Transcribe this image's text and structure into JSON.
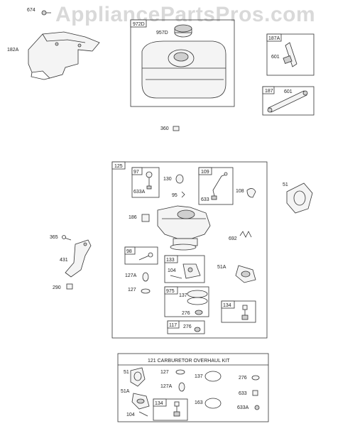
{
  "watermark": "AppliancePartsPros.com",
  "parts": {
    "p674": "674",
    "p182A": "182A",
    "p972D": "972D",
    "p957D": "957D",
    "p187A": "187A",
    "p601a": "601",
    "p187": "187",
    "p601b": "601",
    "p360": "360",
    "p125": "125",
    "p97": "97",
    "p633A": "633A",
    "p130": "130",
    "p95": "95",
    "p109": "109",
    "p633": "633",
    "p108": "108",
    "p51": "51",
    "p186": "186",
    "p692": "692",
    "p365": "365",
    "p431": "431",
    "p290": "290",
    "p98": "98",
    "p133": "133",
    "p104": "104",
    "p51A": "51A",
    "p127A": "127A",
    "p127": "127",
    "p975": "975",
    "p137": "137",
    "p276": "276",
    "p134": "134",
    "p117": "117",
    "p276b": "276"
  },
  "kit": {
    "title": "121 CARBURETOR OVERHAUL KIT",
    "k51": "51",
    "k127": "127",
    "k127A": "127A",
    "k137": "137",
    "k276": "276",
    "k51A": "51A",
    "k633": "633",
    "k134": "134",
    "k163": "163",
    "k104": "104",
    "k633A": "633A"
  }
}
